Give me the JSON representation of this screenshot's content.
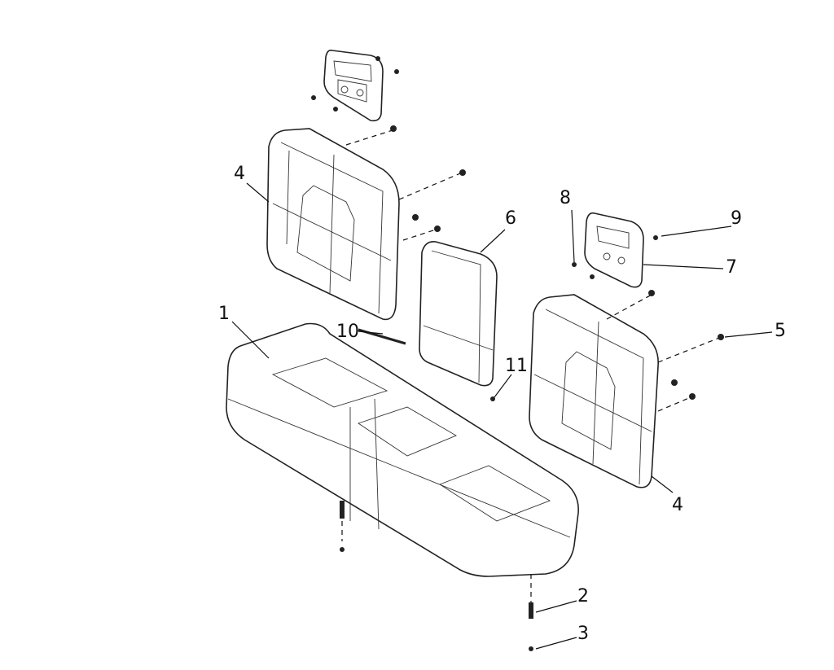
{
  "diagram": {
    "type": "exploded parts diagram - bench seat assembly",
    "callouts": [
      {
        "id": "1",
        "part": "seat-cushion"
      },
      {
        "id": "2",
        "part": "stud-bolt"
      },
      {
        "id": "3",
        "part": "nut"
      },
      {
        "id": "4",
        "part": "backrest-left"
      },
      {
        "id": "4",
        "part": "backrest-right"
      },
      {
        "id": "5",
        "part": "bolt"
      },
      {
        "id": "6",
        "part": "center-backrest"
      },
      {
        "id": "7",
        "part": "headrest"
      },
      {
        "id": "8",
        "part": "bolt"
      },
      {
        "id": "9",
        "part": "washer"
      },
      {
        "id": "10",
        "part": "pin"
      },
      {
        "id": "11",
        "part": "small-bolt"
      }
    ]
  }
}
